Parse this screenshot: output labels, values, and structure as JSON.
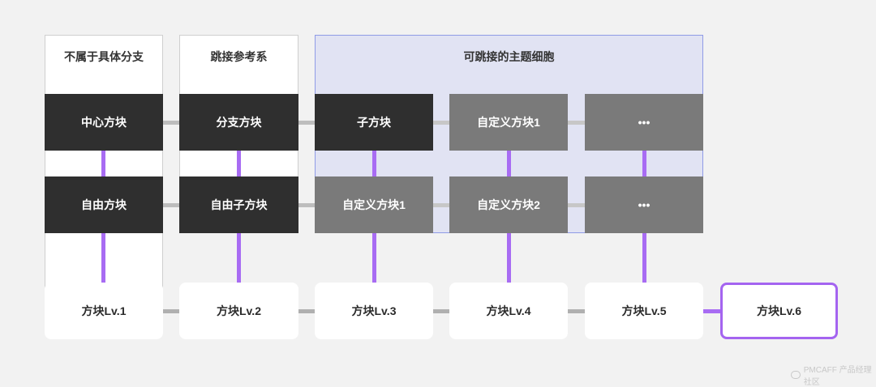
{
  "columns": {
    "col1_title": "不属于具体分支",
    "col2_title": "跳接参考系",
    "col3_title": "可跳接的主题细胞"
  },
  "row1": {
    "c1": "中心方块",
    "c2": "分支方块",
    "c3": "子方块",
    "c4": "自定义方块1",
    "c5": "•••"
  },
  "row2": {
    "c1": "自由方块",
    "c2": "自由子方块",
    "c3": "自定义方块1",
    "c4": "自定义方块2",
    "c5": "•••"
  },
  "levels": [
    "方块Lv.1",
    "方块Lv.2",
    "方块Lv.3",
    "方块Lv.4",
    "方块Lv.5",
    "方块Lv.6"
  ],
  "watermark": "PMCAFF 产品经理社区",
  "colors": {
    "background": "#f2f2f2",
    "dark_block": "#2f2f2f",
    "gray_block": "#7a7a7a",
    "theme_area": "#e1e3f3",
    "purple_connector": "#a86cf3"
  }
}
